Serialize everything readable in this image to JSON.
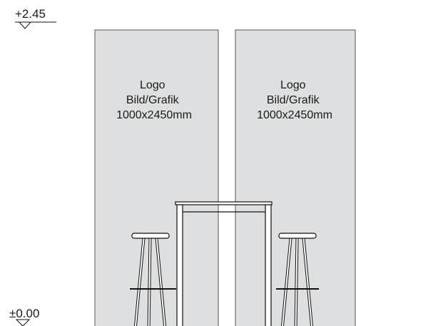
{
  "levels": {
    "top": "+2.45",
    "bottom": "±0.00"
  },
  "panels": [
    {
      "lines": [
        "Logo",
        "Bild/Grafik",
        "1000x2450mm"
      ]
    },
    {
      "lines": [
        "Logo",
        "Bild/Grafik",
        "1000x2450mm"
      ]
    }
  ],
  "colors": {
    "panel_fill": "#dedfe0",
    "line": "#111111",
    "background": "#ffffff"
  }
}
